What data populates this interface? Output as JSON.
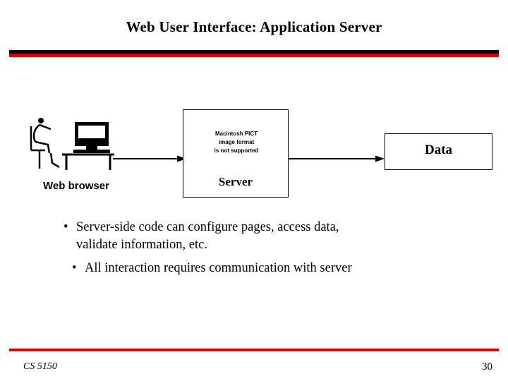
{
  "slide": {
    "title": "Web User Interface: Application Server",
    "footer_left": "CS 5150",
    "slide_number": "30",
    "colors": {
      "rule_red": "#e00000",
      "rule_black": "#000000",
      "text": "#000000",
      "background": "#ffffff"
    }
  },
  "diagram": {
    "client_label": "Web browser",
    "server_label": "Server",
    "data_label": "Data",
    "server_box_placeholder": {
      "line1": "Macintosh PICT",
      "line2": "image format",
      "line3": "is not supported"
    },
    "arrows": [
      {
        "name": "browser-to-server",
        "direction": "right"
      },
      {
        "name": "server-to-data",
        "direction": "right"
      }
    ]
  },
  "bullets": [
    {
      "marker": "•",
      "line1": "Server-side code can configure pages, access data,",
      "line2": "validate information, etc."
    },
    {
      "marker": "•",
      "line1": "All interaction requires communication  with  server",
      "line2": ""
    }
  ]
}
